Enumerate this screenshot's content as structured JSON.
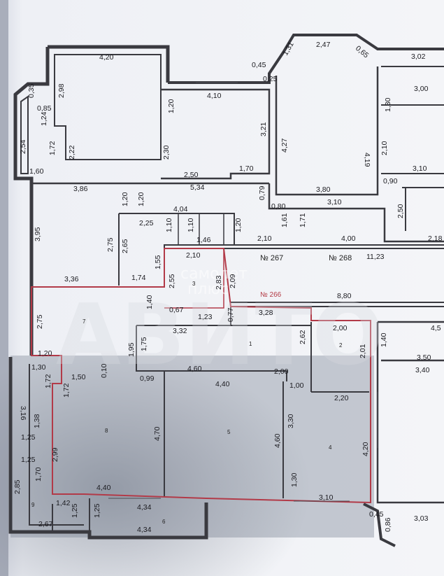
{
  "watermark": {
    "line1": "самолет",
    "line2": "плюс",
    "brand": "АВИТО"
  },
  "flats": [
    {
      "number": "№ 267"
    },
    {
      "number": "№ 268"
    },
    {
      "number": "№ 266"
    }
  ],
  "room_numbers": [
    "1",
    "2",
    "3",
    "4",
    "5",
    "6",
    "7",
    "8",
    "9"
  ],
  "dimensions": [
    "4,20",
    "2,98",
    "0,35",
    "0,85",
    "1,24",
    "2,54",
    "1,72",
    "2,22",
    "1,60",
    "1,20",
    "4,10",
    "3,21",
    "2,30",
    "2,50",
    "1,70",
    "5,34",
    "0,45",
    "1,31",
    "0,25",
    "2,47",
    "0,65",
    "3,02",
    "3,00",
    "1,30",
    "4,27",
    "4,19",
    "2,10",
    "3,10",
    "0,90",
    "0,79",
    "3,80",
    "0,80",
    "3,10",
    "1,61",
    "1,71",
    "2,50",
    "3,86",
    "1,20",
    "1,20",
    "4,04",
    "2,25",
    "1,10",
    "1,10",
    "1,20",
    "1,46",
    "2,10",
    "4,00",
    "2,18",
    "3,95",
    "2,75",
    "2,65",
    "11,23",
    "2,10",
    "3,36",
    "1,74",
    "1,55",
    "2,55",
    "2,83",
    "2,09",
    "8,80",
    "2,75",
    "1,40",
    "0,67",
    "1,23",
    "0,77",
    "3,28",
    "4,5",
    "3,32",
    "1,95",
    "1,75",
    "2,62",
    "2,00",
    "2,01",
    "1,40",
    "3,50",
    "3,40",
    "1,20",
    "1,30",
    "0,10",
    "1,50",
    "1,72",
    "1,72",
    "0,99",
    "4,60",
    "2,00",
    "1,00",
    "3,16",
    "4,40",
    "2,20",
    "1,38",
    "4,70",
    "3,30",
    "4,60",
    "4,20",
    "1,25",
    "2,99",
    "1,25",
    "1,70",
    "1,30",
    "2,85",
    "4,40",
    "1,42",
    "4,34",
    "3,10",
    "1,25",
    "1,25",
    "2,67",
    "4,34",
    "0,45",
    "0,86",
    "3,03"
  ]
}
